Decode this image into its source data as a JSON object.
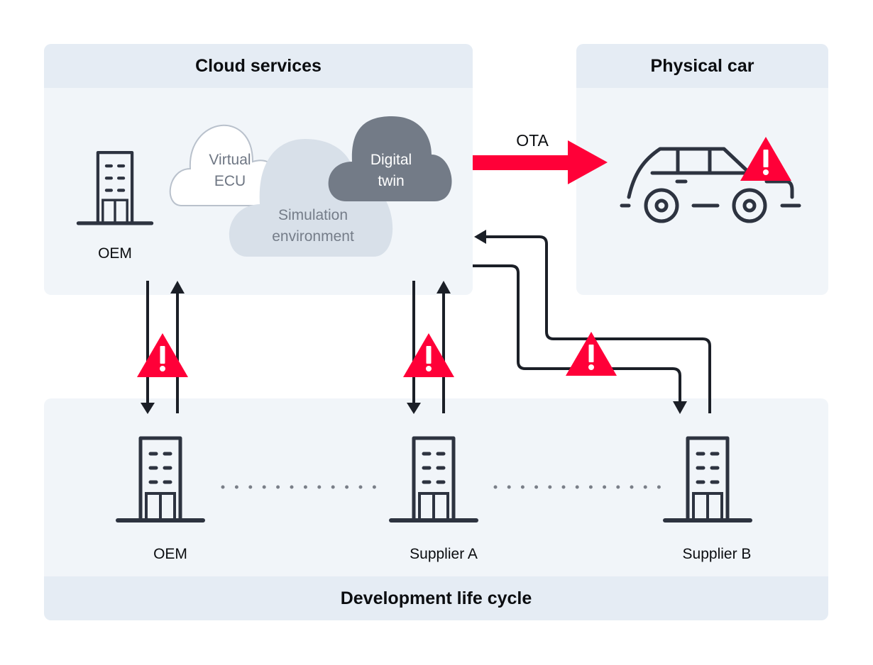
{
  "panels": {
    "cloud_services": {
      "title": "Cloud services"
    },
    "physical_car": {
      "title": "Physical car"
    },
    "development": {
      "title": "Development life cycle"
    }
  },
  "clouds": {
    "virtual_ecu": {
      "line1": "Virtual",
      "line2": "ECU"
    },
    "simulation": {
      "line1": "Simulation",
      "line2": "environment"
    },
    "digital_twin": {
      "line1": "Digital",
      "line2": "twin"
    }
  },
  "entities": {
    "cloud_oem": "OEM",
    "dev_oem": "OEM",
    "supplier_a": "Supplier A",
    "supplier_b": "Supplier B"
  },
  "ota_label": "OTA",
  "icons": {
    "building": "building-icon",
    "car": "car-icon",
    "warning": "warning-triangle-icon",
    "warning_glyph": "!"
  },
  "colors": {
    "accent_red": "#ff0038",
    "stroke_dark": "#2d3340",
    "panel_bg": "#f1f5f9",
    "panel_header": "#e5ecf4",
    "cloud_dark": "#737b87",
    "cloud_mid": "#d8e0e9"
  }
}
